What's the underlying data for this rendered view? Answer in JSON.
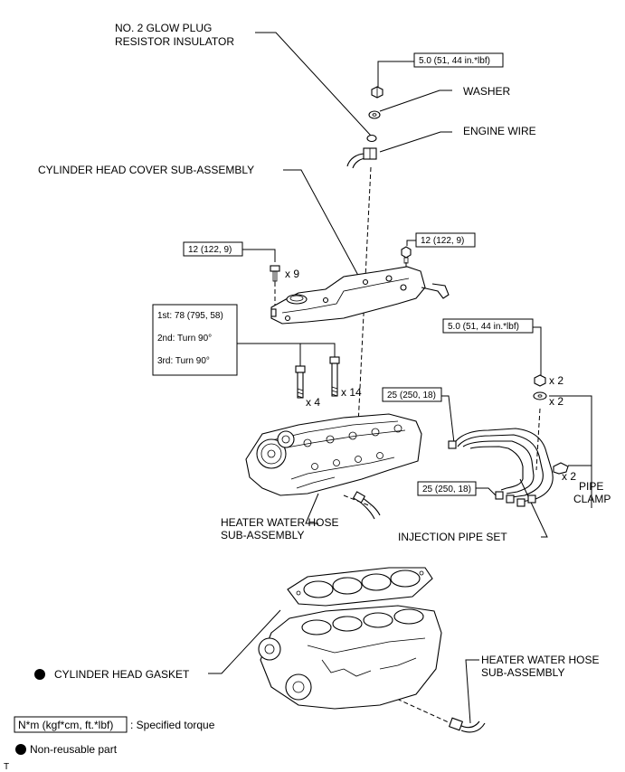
{
  "labels": {
    "glow_plug_line1": "NO. 2 GLOW PLUG",
    "glow_plug_line2": "RESISTOR INSULATOR",
    "washer": "WASHER",
    "engine_wire": "ENGINE WIRE",
    "head_cover": "CYLINDER HEAD COVER SUB-ASSEMBLY",
    "heater_hose_1_line1": "HEATER WATER HOSE",
    "heater_hose_1_line2": "SUB-ASSEMBLY",
    "injection_pipe": "INJECTION PIPE SET",
    "pipe_clamp_line1": "PIPE",
    "pipe_clamp_line2": "CLAMP",
    "head_gasket": "CYLINDER HEAD GASKET",
    "heater_hose_2_line1": "HEATER WATER HOSE",
    "heater_hose_2_line2": "SUB-ASSEMBLY"
  },
  "torques": {
    "nut_top": "5.0 (51, 44 in.*lbf)",
    "cover_left": "12 (122, 9)",
    "cover_right": "12 (122, 9)",
    "clamp_nut": "5.0 (51, 44 in.*lbf)",
    "pipe_upper": "25 (250, 18)",
    "pipe_lower": "25 (250, 18)",
    "head_bolt_1": "1st: 78 (795, 58)",
    "head_bolt_2": "2nd: Turn 90°",
    "head_bolt_3": "3rd: Turn 90°"
  },
  "quantities": {
    "cover_bolts": "x 9",
    "head_bolts_short": "x 4",
    "head_bolts_long": "x 14",
    "clamp_nuts": "x 2",
    "clamp_washers": "x 2",
    "clamps": "x 2"
  },
  "legend": {
    "torque_box": "N*m (kgf*cm, ft.*lbf)",
    "torque_desc": ": Specified torque",
    "non_reusable": "Non-reusable part"
  },
  "corner_mark": "T"
}
